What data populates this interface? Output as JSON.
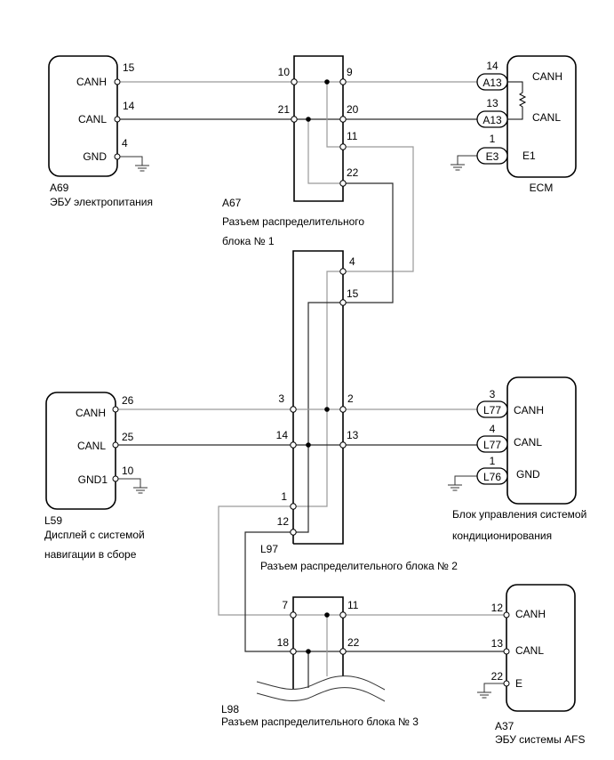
{
  "diagram": {
    "components": {
      "a69": {
        "id": "A69",
        "name": "ЭБУ электропитания",
        "pins": [
          {
            "signal": "CANH",
            "number": "15"
          },
          {
            "signal": "CANL",
            "number": "14"
          },
          {
            "signal": "GND",
            "number": "4"
          }
        ]
      },
      "a67": {
        "id": "A67",
        "name_line1": "Разъем распределительного",
        "name_line2": "блока № 1",
        "pins": {
          "p10": "10",
          "p9": "9",
          "p21": "21",
          "p20": "20",
          "p11": "11",
          "p22": "22"
        }
      },
      "ecm": {
        "name": "ECM",
        "pins": [
          {
            "signal": "CANH",
            "number": "14",
            "connector": "A13"
          },
          {
            "signal": "CANL",
            "number": "13",
            "connector": "A13"
          },
          {
            "signal": "E1",
            "number": "1",
            "connector": "E3"
          }
        ]
      },
      "l97": {
        "id": "L97",
        "name": "Разъем распределительного блока № 2",
        "pins": {
          "p4": "4",
          "p15": "15",
          "p3": "3",
          "p2": "2",
          "p14": "14",
          "p13": "13",
          "p1": "1",
          "p12": "12"
        }
      },
      "l59": {
        "id": "L59",
        "name_line1": "Дисплей с системой",
        "name_line2": "навигации в сборе",
        "pins": [
          {
            "signal": "CANH",
            "number": "26"
          },
          {
            "signal": "CANL",
            "number": "25"
          },
          {
            "signal": "GND1",
            "number": "10"
          }
        ]
      },
      "ac": {
        "name_line1": "Блок управления системой",
        "name_line2": "кондиционирования",
        "pins": [
          {
            "signal": "CANH",
            "number": "3",
            "connector": "L77"
          },
          {
            "signal": "CANL",
            "number": "4",
            "connector": "L77"
          },
          {
            "signal": "GND",
            "number": "1",
            "connector": "L76"
          }
        ]
      },
      "l98": {
        "id": "L98",
        "name": "Разъем распределительного блока № 3",
        "pins": {
          "p7": "7",
          "p11": "11",
          "p18": "18",
          "p22": "22"
        }
      },
      "a37": {
        "id": "A37",
        "name": "ЭБУ системы AFS",
        "pins": [
          {
            "signal": "CANH",
            "number": "12"
          },
          {
            "signal": "CANL",
            "number": "13"
          },
          {
            "signal": "E",
            "number": "22"
          }
        ]
      }
    },
    "colors": {
      "canh_wire": "#9a9a9a",
      "canl_wire": "#2a2a2a"
    }
  }
}
